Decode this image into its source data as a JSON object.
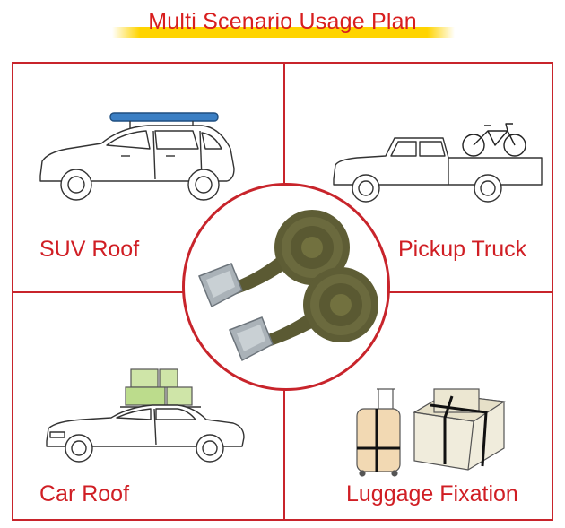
{
  "title": "Multi Scenario Usage Plan",
  "scenarios": {
    "suv_roof": "SUV Roof",
    "pickup_truck": "Pickup Truck",
    "car_roof": "Car Roof",
    "luggage_fixation": "Luggage Fixation"
  },
  "colors": {
    "accent_red": "#c8242b",
    "title_underline_yellow": "#ffd400",
    "strap_olive": "#5b5a34",
    "buckle_steel": "#9aa3ab"
  },
  "icons": [
    "suv-with-surfboard",
    "pickup-with-bike",
    "sedan-with-boxes",
    "luggage-with-straps",
    "cam-buckle-straps"
  ]
}
